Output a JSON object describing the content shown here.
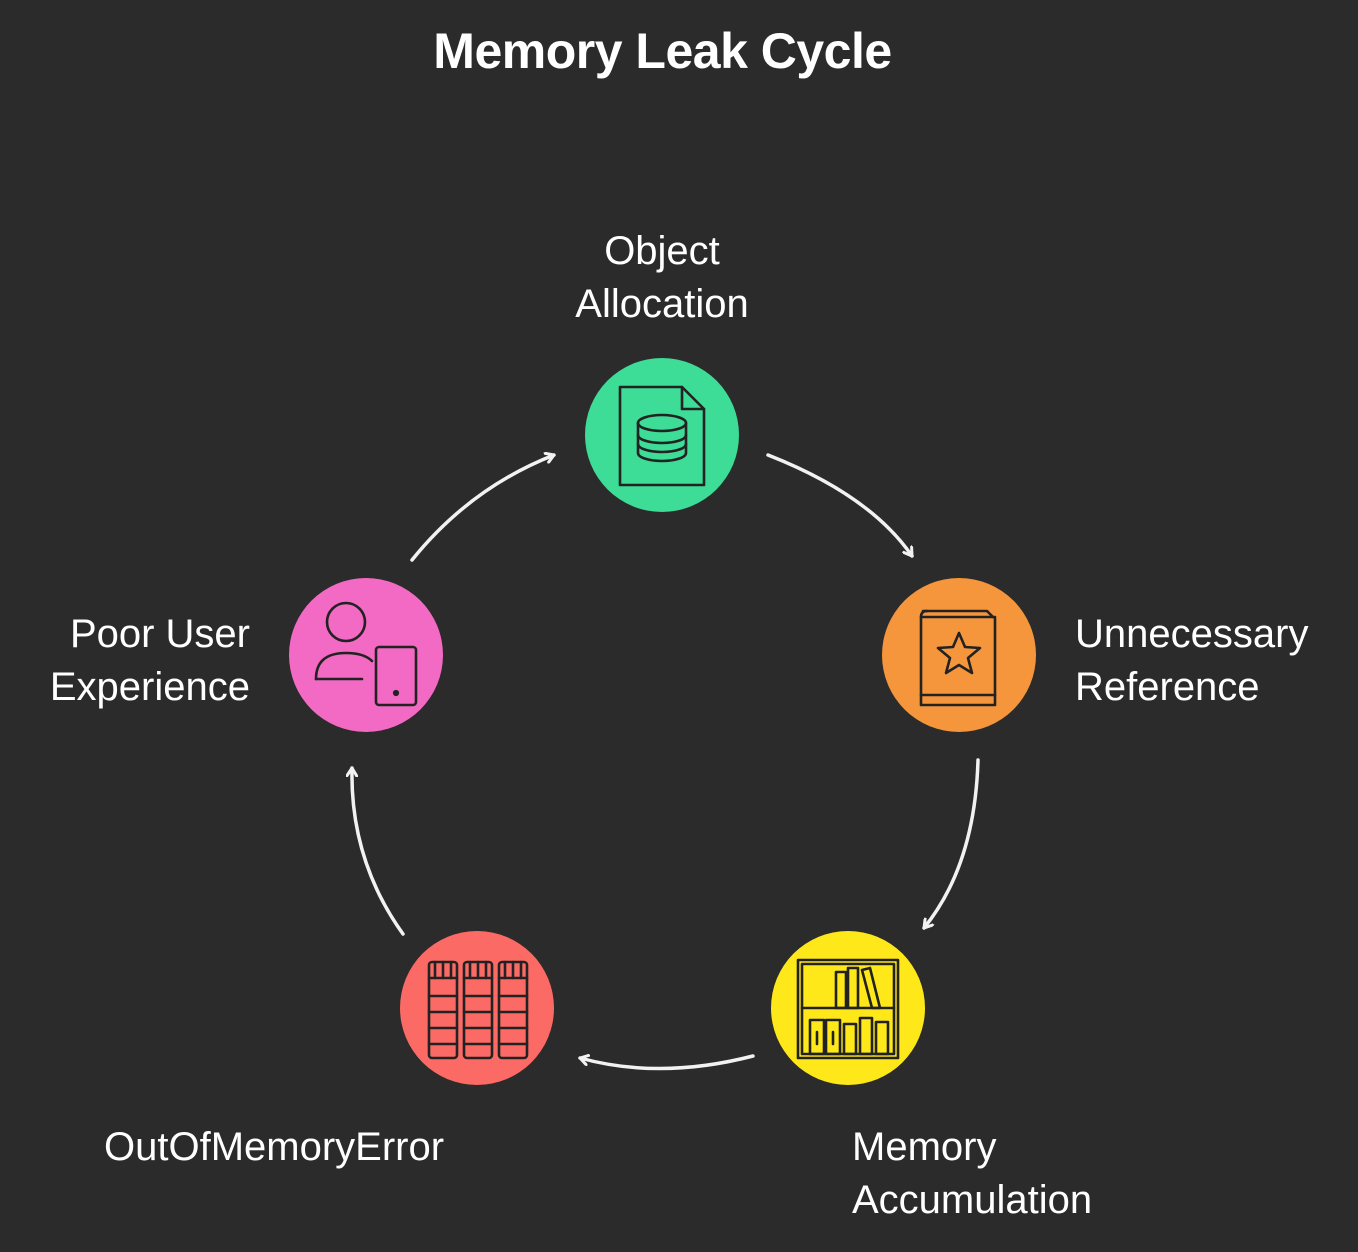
{
  "title": "Memory Leak Cycle",
  "colors": {
    "background": "#2b2b2b",
    "text": "#ffffff",
    "arrow": "#f2f2f2",
    "icon_stroke": "#222222"
  },
  "nodes": [
    {
      "id": "object-allocation",
      "label_lines": [
        "Object",
        "Allocation"
      ],
      "color": "#3ddc97",
      "icon": "database-document-icon"
    },
    {
      "id": "unnecessary-reference",
      "label_lines": [
        "Unnecessary",
        "Reference"
      ],
      "color": "#f5963c",
      "icon": "starred-book-icon"
    },
    {
      "id": "memory-accumulation",
      "label_lines": [
        "Memory",
        "Accumulation"
      ],
      "color": "#ffe81a",
      "icon": "bookshelf-icon"
    },
    {
      "id": "out-of-memory-error",
      "label_lines": [
        "OutOfMemoryError"
      ],
      "color": "#fb6a64",
      "icon": "book-stack-icon"
    },
    {
      "id": "poor-user-experience",
      "label_lines": [
        "Poor User",
        "Experience"
      ],
      "color": "#f26ac4",
      "icon": "user-device-icon"
    }
  ]
}
